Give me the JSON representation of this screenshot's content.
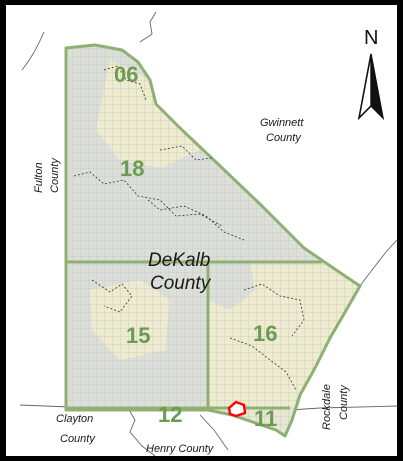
{
  "map": {
    "county_name_line1": "DeKalb",
    "county_name_line2": "County",
    "neighbors": {
      "gwinnett_line1": "Gwinnett",
      "gwinnett_line2": "County",
      "fulton_line1": "Fulton",
      "fulton_line2": "County",
      "clayton_line1": "Clayton",
      "clayton_line2": "County",
      "henry": "Henry County",
      "rockdale_line1": "Rockdale",
      "rockdale_line2": "County"
    },
    "districts": {
      "d06": "06",
      "d18": "18",
      "d15": "15",
      "d16": "16",
      "d12": "12",
      "d11": "11"
    },
    "north_arrow": {
      "label": "N",
      "icon": "north-arrow-icon"
    },
    "colors": {
      "district_fill_tan": "#eeebd0",
      "district_fill_gray": "#dcdfd9",
      "boundary_green": "#8fb073",
      "district_label_green": "#6b9a52",
      "highlight_red": "#ff0000",
      "frame_black": "#000000"
    }
  }
}
